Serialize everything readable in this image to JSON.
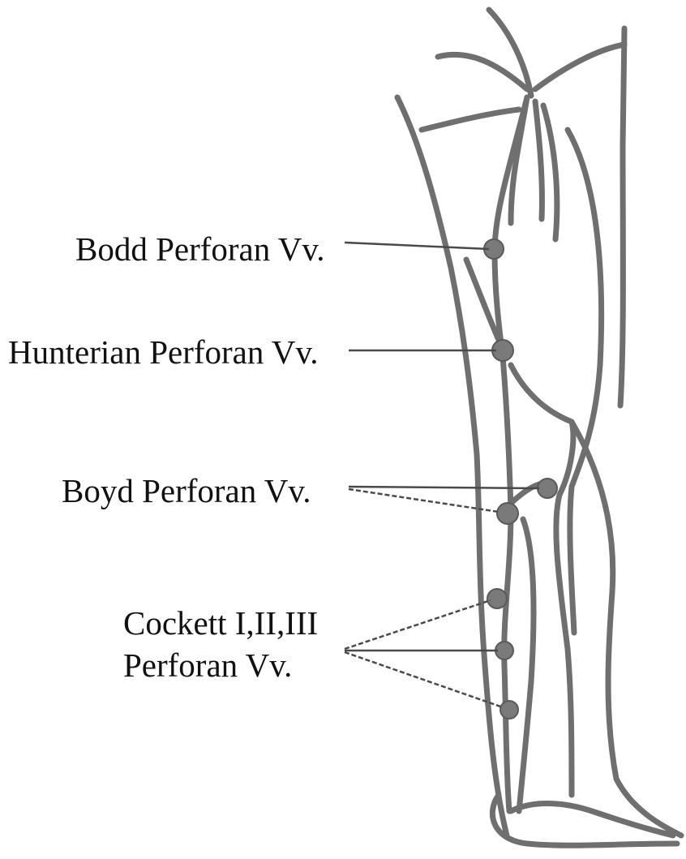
{
  "labels": {
    "bodd": "Bodd Perforan Vv.",
    "hunterian": "Hunterian Perforan Vv.",
    "boyd": "Boyd Perforan Vv.",
    "cockett_line1": "Cockett I,II,III",
    "cockett_line2": "Perforan Vv."
  },
  "colors": {
    "vein_stroke": "#6f6f6f",
    "perforator_marker": "#7a7a7a",
    "leader_line": "#4a4a4a",
    "text": "#111111"
  }
}
